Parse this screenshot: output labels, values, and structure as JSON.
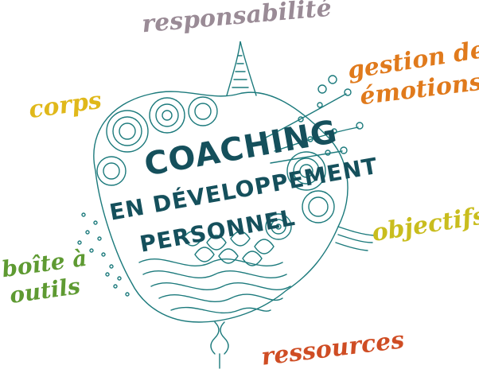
{
  "title": {
    "line1": "COACHING",
    "line2": "EN DÉVELOPPEMENT",
    "line3": "PERSONNEL"
  },
  "words": {
    "responsabilite": "responsabilité",
    "corps": "corps",
    "gestion_line1": "gestion des",
    "gestion_line2": "émotions",
    "objectifs": "objectifs",
    "boite_line1": "boîte à",
    "boite_line2": "outils",
    "ressources": "ressources"
  },
  "colors": {
    "illustration": "#1c7a7c",
    "title": "#15505c",
    "responsabilite": "#9a8b96",
    "corps": "#e0b81a",
    "gestion": "#e07a1c",
    "objectifs": "#c9bd1e",
    "boite": "#5e9a32",
    "ressources": "#cf4d24"
  }
}
